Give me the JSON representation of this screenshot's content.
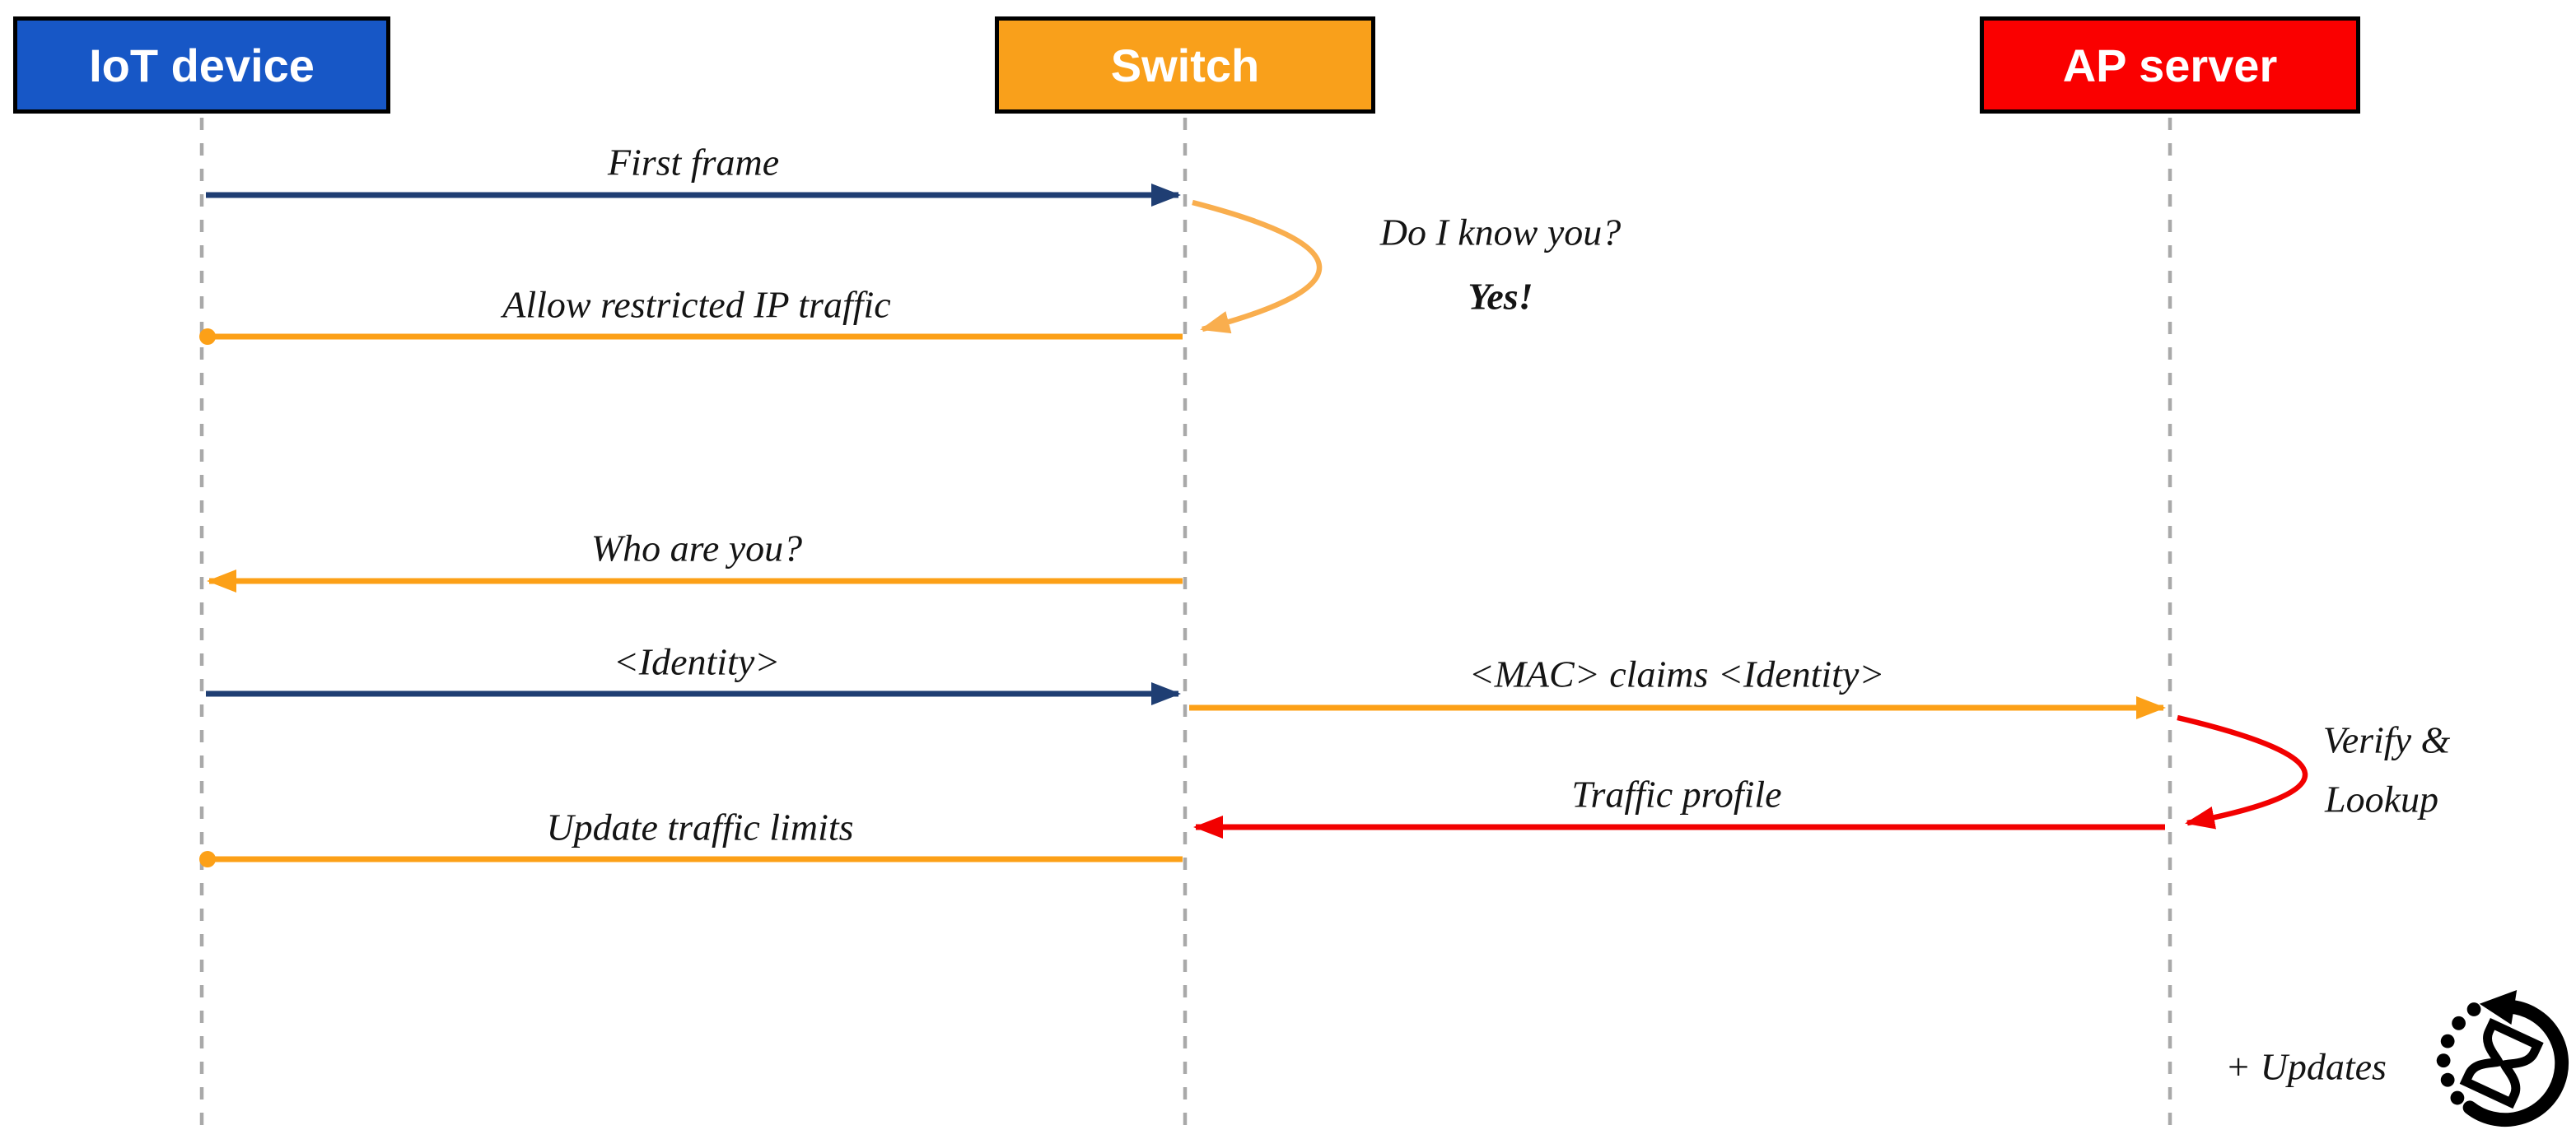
{
  "actors": [
    {
      "label": "IoT device",
      "color": "#1757C6"
    },
    {
      "label": "Switch",
      "color": "#F9A01B"
    },
    {
      "label": "AP server",
      "color": "#FA0000"
    }
  ],
  "messages": {
    "first_frame": "First frame",
    "do_i_know_you": "Do I know you?",
    "yes": "Yes!",
    "allow_restricted": "Allow restricted IP traffic",
    "who_are_you": "Who are you?",
    "identity": "<Identity>",
    "mac_claims": "<MAC> claims <Identity>",
    "verify_line1": "Verify &",
    "verify_line2": "Lookup",
    "traffic_profile": "Traffic profile",
    "update_limits": "Update traffic limits",
    "updates_note": "+ Updates"
  },
  "icons": {
    "hourglass_cycle": "hourglass-cycle-icon"
  },
  "colors": {
    "arrow_navy": "#1F3E73",
    "arrow_orange": "#FCA017",
    "arrow_orange_light": "#F9AE4E",
    "arrow_red": "#F20000",
    "lifeline_gray": "#A9A9A9",
    "text": "#141414"
  }
}
